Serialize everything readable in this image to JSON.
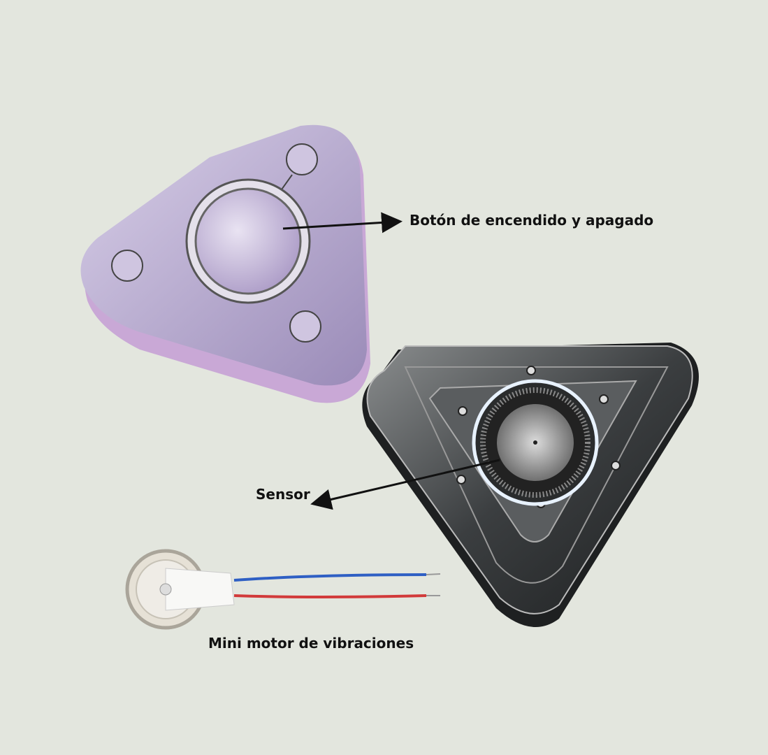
{
  "labels": {
    "power_button": "Botón de encendido y apagado",
    "sensor": "Sensor",
    "vibration_motor": "Mini motor de vibraciones"
  },
  "colors": {
    "background": "#e3e6de",
    "purple_device": "#b9a9d4",
    "dark_device": "#3a3c3d",
    "wire_blue": "#2e5fc4",
    "wire_red": "#d23a3a"
  }
}
